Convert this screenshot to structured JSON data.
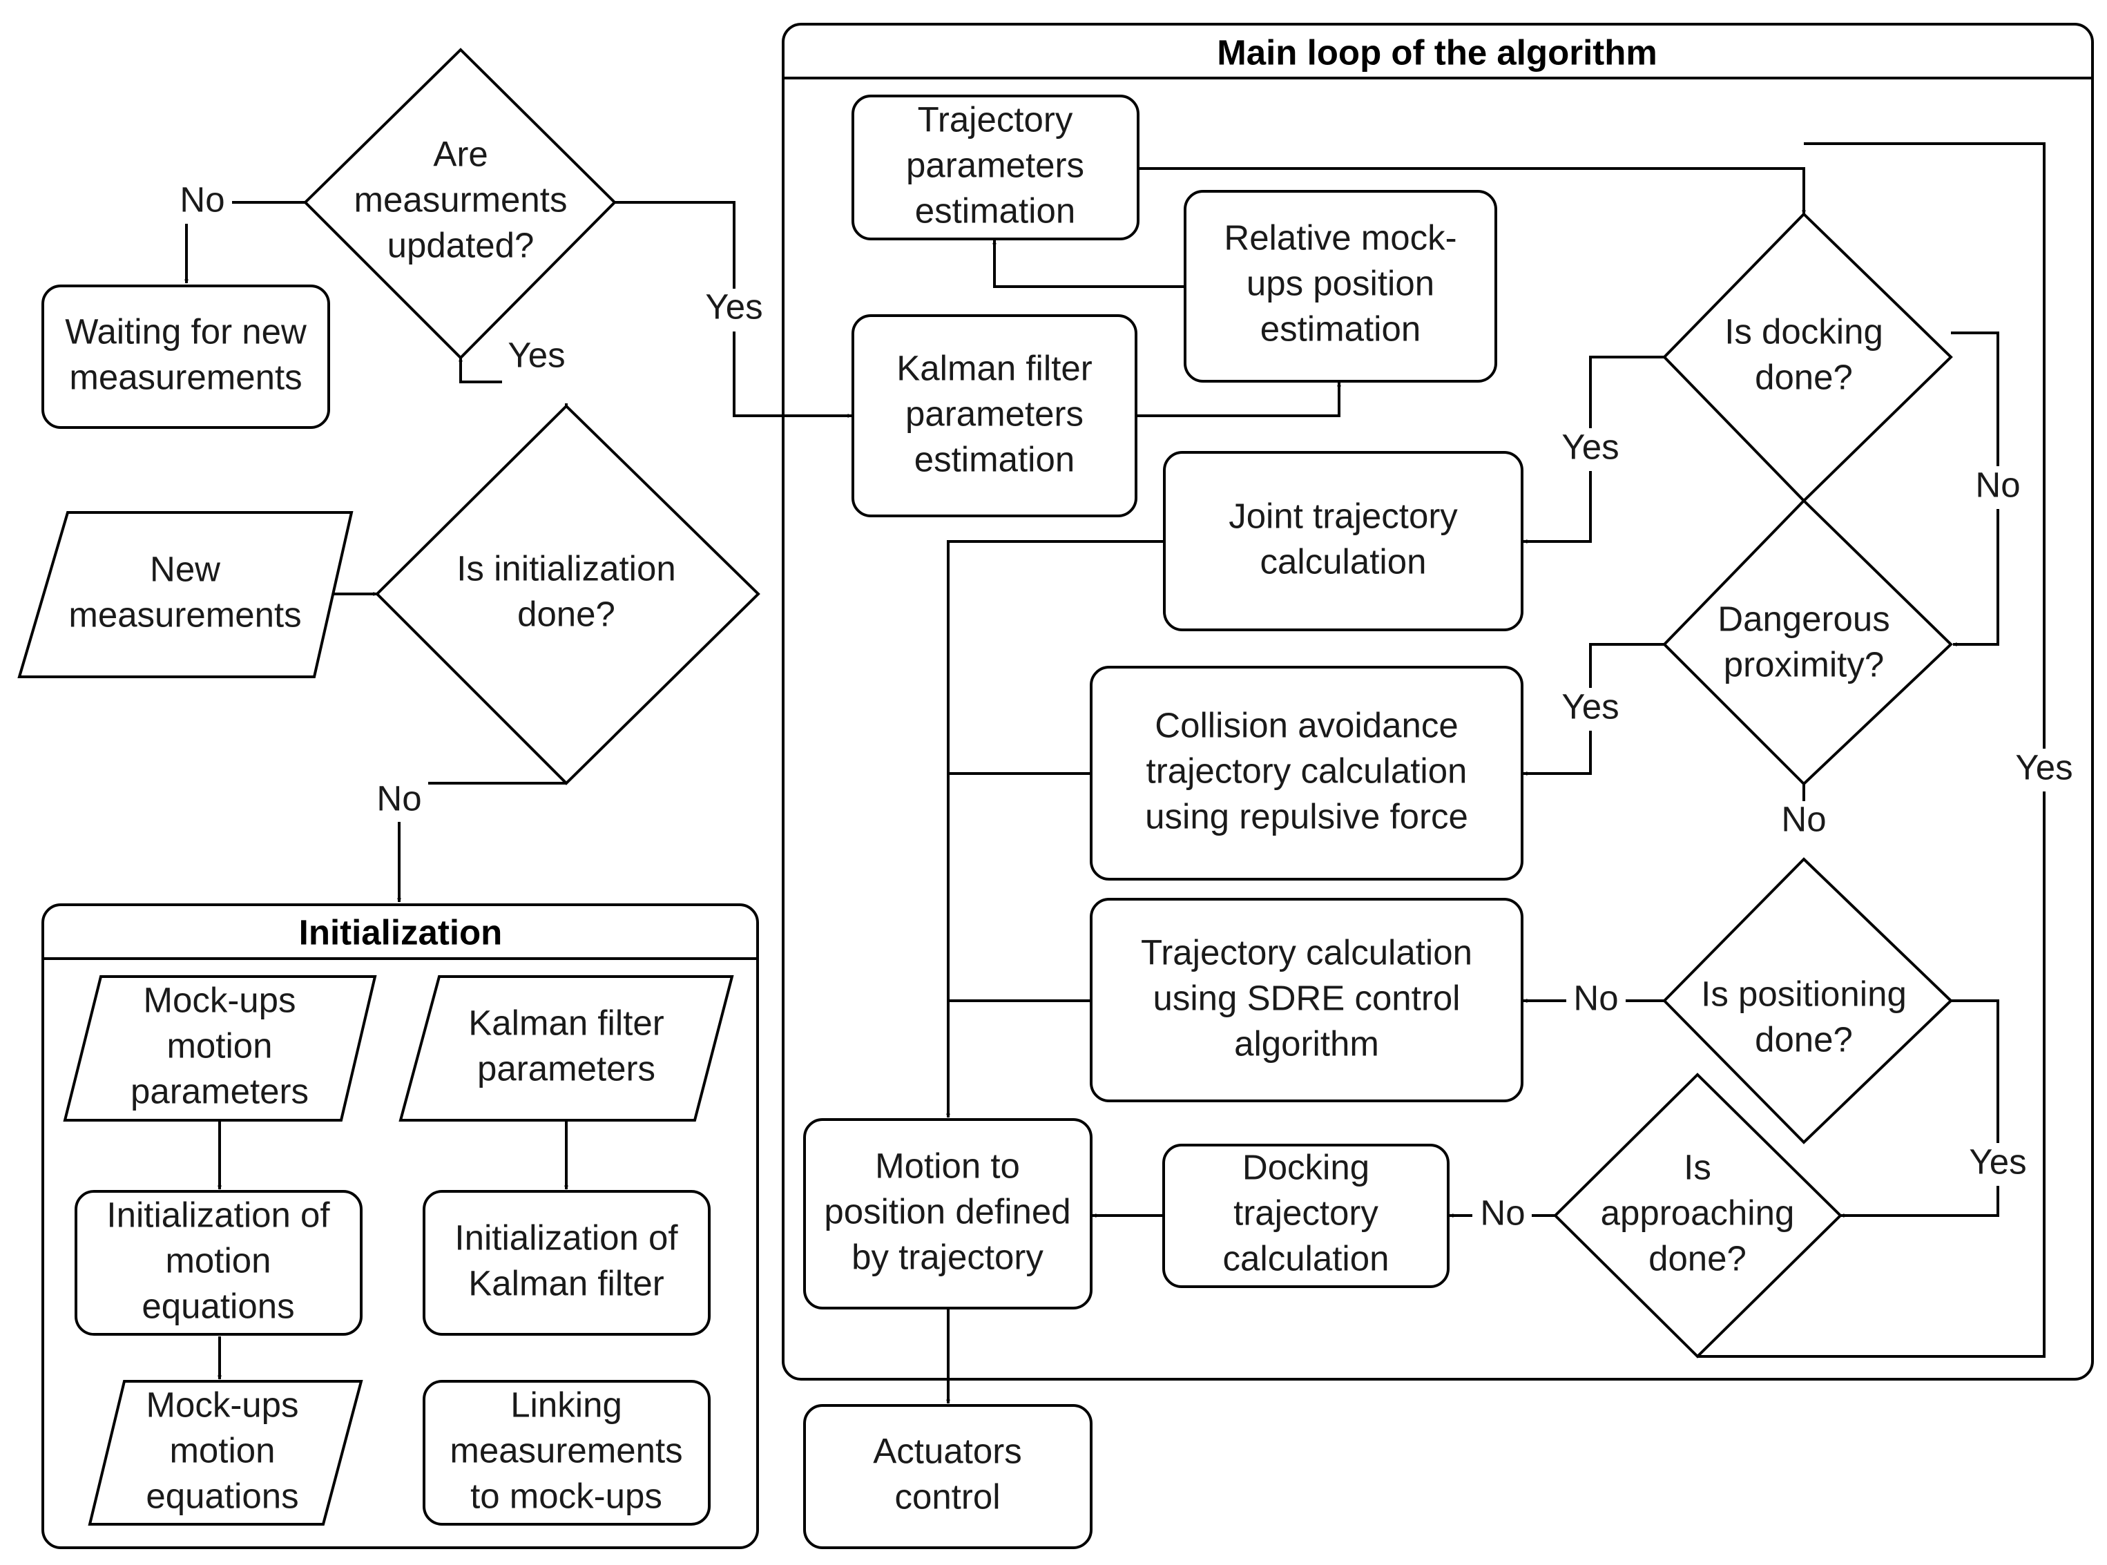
{
  "containers": {
    "main_loop_title": "Main loop of the algorithm",
    "initialization_title": "Initialization"
  },
  "nodes": {
    "are_measurements_updated": [
      "Are",
      "measurments",
      "updated?"
    ],
    "waiting_for_new_measurements": [
      "Waiting for new",
      "measurements"
    ],
    "new_measurements": [
      "New",
      "measurements"
    ],
    "is_initialization_done": [
      "Is initialization",
      "done?"
    ],
    "trajectory_parameters_estimation": [
      "Trajectory",
      "parameters",
      "estimation"
    ],
    "relative_position_estimation": [
      "Relative mock-",
      "ups position",
      "estimation"
    ],
    "kalman_parameters_estimation": [
      "Kalman filter",
      "parameters",
      "estimation"
    ],
    "is_docking_done": [
      "Is docking",
      "done?"
    ],
    "joint_trajectory_calculation": [
      "Joint trajectory",
      "calculation"
    ],
    "dangerous_proximity": [
      "Dangerous",
      "proximity?"
    ],
    "collision_avoidance": [
      "Collision avoidance",
      "trajectory calculation",
      "using repulsive force"
    ],
    "sdre_trajectory": [
      "Trajectory calculation",
      "using SDRE control",
      "algorithm"
    ],
    "is_positioning_done": [
      "Is positioning",
      "done?"
    ],
    "motion_to_position": [
      "Motion to",
      "position defined",
      "by trajectory"
    ],
    "docking_trajectory": [
      "Docking",
      "trajectory",
      "calculation"
    ],
    "is_approaching_done": [
      "Is",
      "approaching",
      "done?"
    ],
    "actuators_control": [
      "Actuators",
      "control"
    ],
    "mockups_motion_parameters": [
      "Mock-ups",
      "motion",
      "parameters"
    ],
    "kalman_filter_parameters": [
      "Kalman filter",
      "parameters"
    ],
    "initialization_motion_equations": [
      "Initialization of",
      "motion",
      "equations"
    ],
    "initialization_kalman_filter": [
      "Initialization of",
      "Kalman filter"
    ],
    "mockups_motion_equations": [
      "Mock-ups",
      "motion",
      "equations"
    ],
    "linking_measurements": [
      "Linking",
      "measurements",
      "to mock-ups"
    ]
  },
  "edge_labels": {
    "updated_no": "No",
    "updated_yes_main": "Yes",
    "init_yes": "Yes",
    "init_no": "No",
    "docking_yes": "Yes",
    "docking_no": "No",
    "proximity_yes": "Yes",
    "proximity_no": "No",
    "positioning_no": "No",
    "positioning_yes": "Yes",
    "approaching_no": "No",
    "approaching_yes": "Yes"
  }
}
